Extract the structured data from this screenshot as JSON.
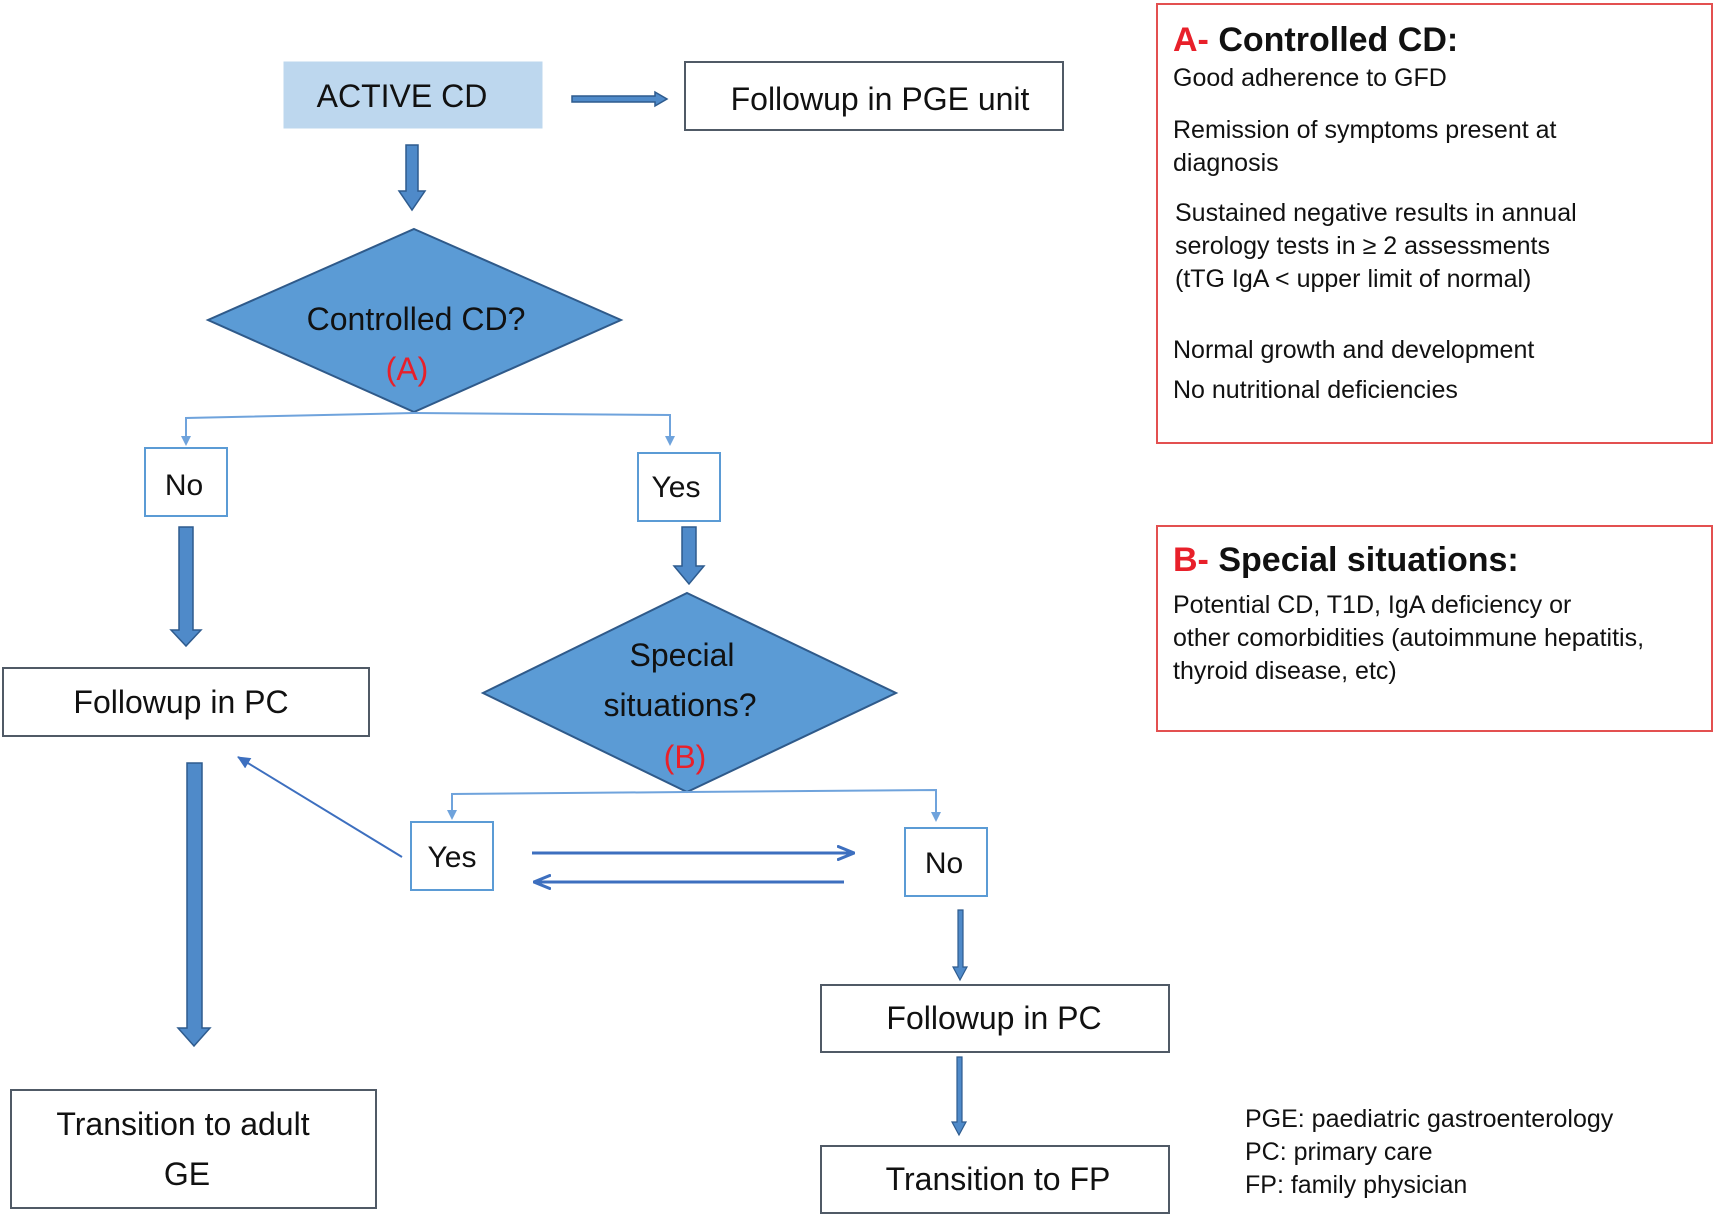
{
  "flowchart": {
    "active": "ACTIVE CD",
    "followup_pge": "Followup in PGE unit",
    "controlled_q": "Controlled CD?",
    "controlled_ref": "(A)",
    "no_1": "No",
    "yes_1": "Yes",
    "followup_pc_left": "Followup in PC",
    "special_q_line1": "Special",
    "special_q_line2": "situations?",
    "special_ref": "(B)",
    "yes_2": "Yes",
    "no_2": "No",
    "followup_pc_right": "Followup in PC",
    "transition_adult_line1": "Transition to adult",
    "transition_adult_line2": "GE",
    "transition_fp": "Transition to FP"
  },
  "note_a": {
    "tag": "A-",
    "title": "Controlled CD:",
    "items": [
      "Good adherence to GFD",
      "Remission of symptoms present at",
      "diagnosis",
      "Sustained negative results in annual",
      "serology tests in ≥ 2 assessments",
      "(tTG IgA < upper limit of normal)",
      "Normal growth and development",
      "No nutritional deficiencies"
    ]
  },
  "note_b": {
    "tag": "B-",
    "title": "Special situations:",
    "items": [
      "Potential CD, T1D, IgA deficiency or",
      "other comorbidities (autoimmune hepatitis,",
      "thyroid disease, etc)"
    ]
  },
  "legend": [
    "PGE: paediatric gastroenterology",
    "PC: primary care",
    "FP: family physician"
  ],
  "colors": {
    "active_fill": "#bdd7ee",
    "diamond_fill": "#5b9bd5",
    "diamond_stroke": "#2f5a8a",
    "arrow_fill": "#4f8ac9",
    "arrow_stroke": "#2e5b8e",
    "thin_line": "#6fa3dc",
    "label_red": "#e8202a",
    "note_border": "#e35050"
  }
}
